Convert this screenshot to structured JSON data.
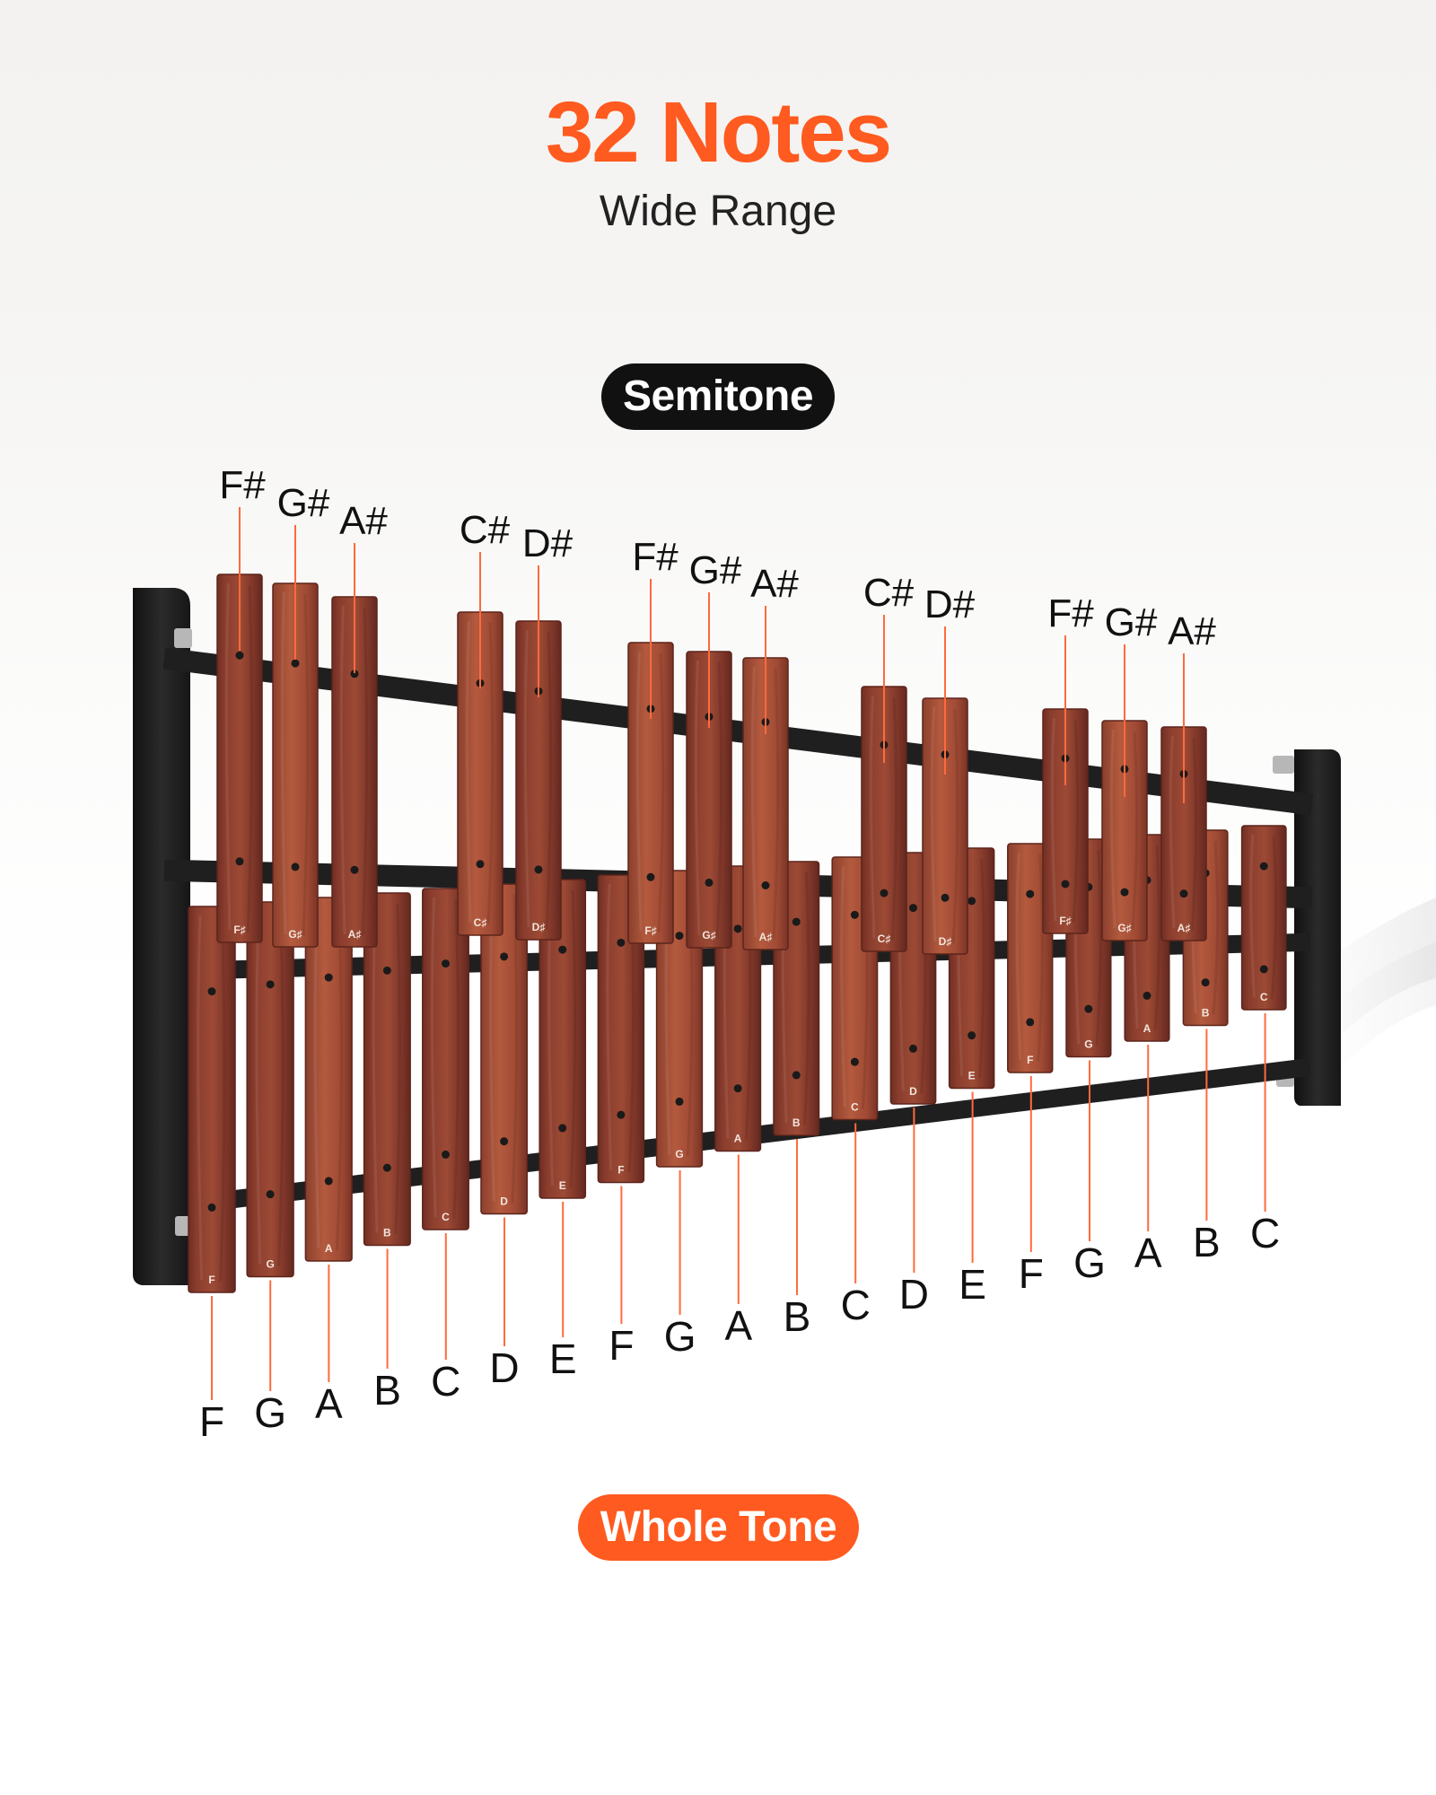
{
  "colors": {
    "accent": "#ff5a1f",
    "semitone_pill": "#111111",
    "note_line": "#ff6a3d",
    "frame": "#1d1d1d",
    "bar_wood": "#8a3f2f"
  },
  "header": {
    "title": "32 Notes",
    "subtitle": "Wide Range"
  },
  "labels": {
    "semitone": "Semitone",
    "whole_tone": "Whole Tone"
  },
  "instrument": {
    "semitone_notes": [
      "F#",
      "G#",
      "A#",
      "C#",
      "D#",
      "F#",
      "G#",
      "A#",
      "C#",
      "D#",
      "F#",
      "G#",
      "A#"
    ],
    "semitone_bar_marks": [
      "F♯",
      "G♯",
      "A♯",
      "C♯",
      "D♯",
      "F♯",
      "G♯",
      "A♯",
      "C♯",
      "D♯",
      "F♯",
      "G♯",
      "A♯"
    ],
    "whole_notes": [
      "F",
      "G",
      "A",
      "B",
      "C",
      "D",
      "E",
      "F",
      "G",
      "A",
      "B",
      "C",
      "D",
      "E",
      "F",
      "G",
      "A",
      "B",
      "C"
    ],
    "whole_bar_marks": [
      "F",
      "G",
      "A",
      "B",
      "C",
      "D",
      "E",
      "F",
      "G",
      "A",
      "B",
      "C",
      "D",
      "E",
      "F",
      "G",
      "A",
      "B",
      "C"
    ]
  }
}
